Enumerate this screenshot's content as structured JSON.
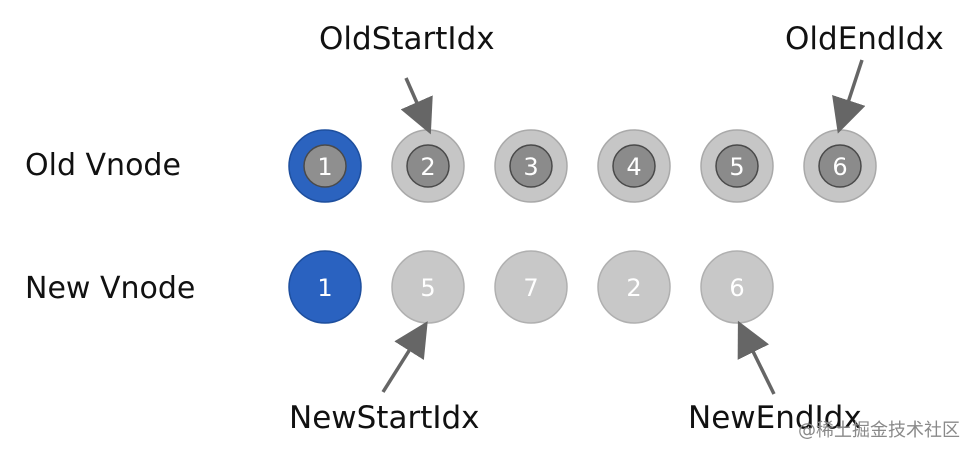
{
  "rows": {
    "old": {
      "label": "Old Vnode",
      "nodes": [
        {
          "value": "1",
          "state": "processed"
        },
        {
          "value": "2",
          "state": "pending"
        },
        {
          "value": "3",
          "state": "pending"
        },
        {
          "value": "4",
          "state": "pending"
        },
        {
          "value": "5",
          "state": "pending"
        },
        {
          "value": "6",
          "state": "pending"
        }
      ]
    },
    "new": {
      "label": "New Vnode",
      "nodes": [
        {
          "value": "1",
          "state": "processed"
        },
        {
          "value": "5",
          "state": "pending"
        },
        {
          "value": "7",
          "state": "pending"
        },
        {
          "value": "2",
          "state": "pending"
        },
        {
          "value": "6",
          "state": "pending"
        }
      ]
    }
  },
  "pointers": {
    "old_start": {
      "label": "OldStartIdx",
      "row": "old",
      "index": 1
    },
    "old_end": {
      "label": "OldEndIdx",
      "row": "old",
      "index": 5
    },
    "new_start": {
      "label": "NewStartIdx",
      "row": "new",
      "index": 1
    },
    "new_end": {
      "label": "NewEndIdx",
      "row": "new",
      "index": 4
    }
  },
  "watermark": "@稀土掘金技术社区",
  "colors": {
    "processed_outer": "#2b63bf",
    "processed_inner": "#8f8f8f",
    "pending_outer": "#c6c6c6",
    "pending_inner": "#8b8b8b",
    "new_processed": "#2a62c0",
    "new_pending": "#c8c8c8",
    "arrow": "#666666",
    "node_text": "#ffffff"
  }
}
